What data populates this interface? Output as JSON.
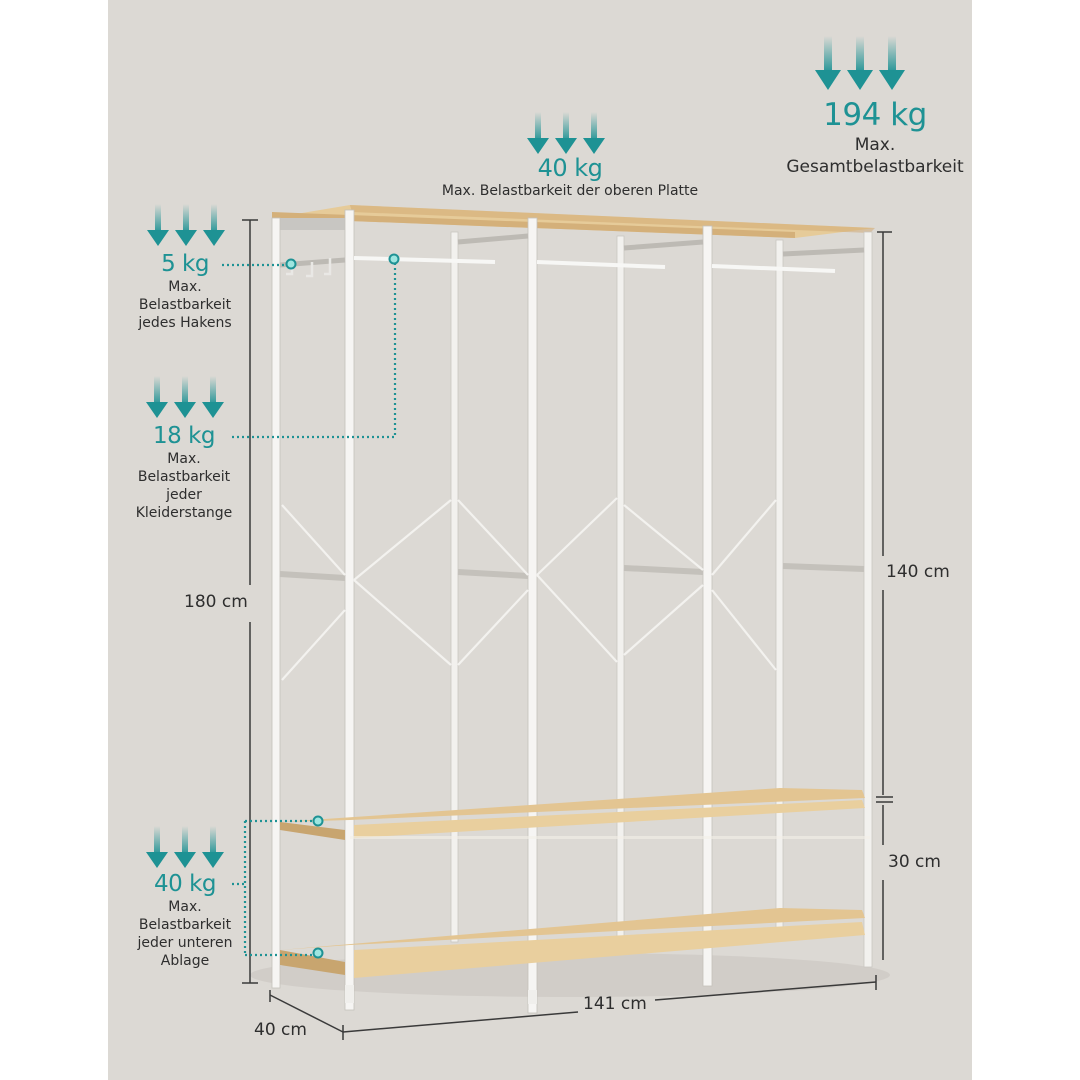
{
  "product": "Kleiderschrank / Garderobenregal",
  "colors": {
    "background": "#dcd9d4",
    "accent": "#1e9294",
    "frame": "#f4f3f0",
    "wood": "#e3c592",
    "text": "#2e2e2e"
  },
  "load_labels": {
    "total": {
      "value": "194 kg",
      "line1": "Max.",
      "line2": "Gesamtbelastbarkeit"
    },
    "top_plate": {
      "value": "40 kg",
      "line1": "Max. Belastbarkeit der oberen Platte"
    },
    "hook": {
      "value": "5 kg",
      "line1": "Max.",
      "line2": "Belastbarkeit",
      "line3": "jedes Hakens"
    },
    "rod": {
      "value": "18 kg",
      "line1": "Max.",
      "line2": "Belastbarkeit",
      "line3": "jeder",
      "line4": "Kleiderstange"
    },
    "lower_shelf": {
      "value": "40 kg",
      "line1": "Max.",
      "line2": "Belastbarkeit",
      "line3": "jeder unteren",
      "line4": "Ablage"
    }
  },
  "dimensions": {
    "total_height": "180 cm",
    "hanging_height": "140 cm",
    "shelf_gap": "30 cm",
    "width": "141 cm",
    "depth": "40 cm"
  }
}
